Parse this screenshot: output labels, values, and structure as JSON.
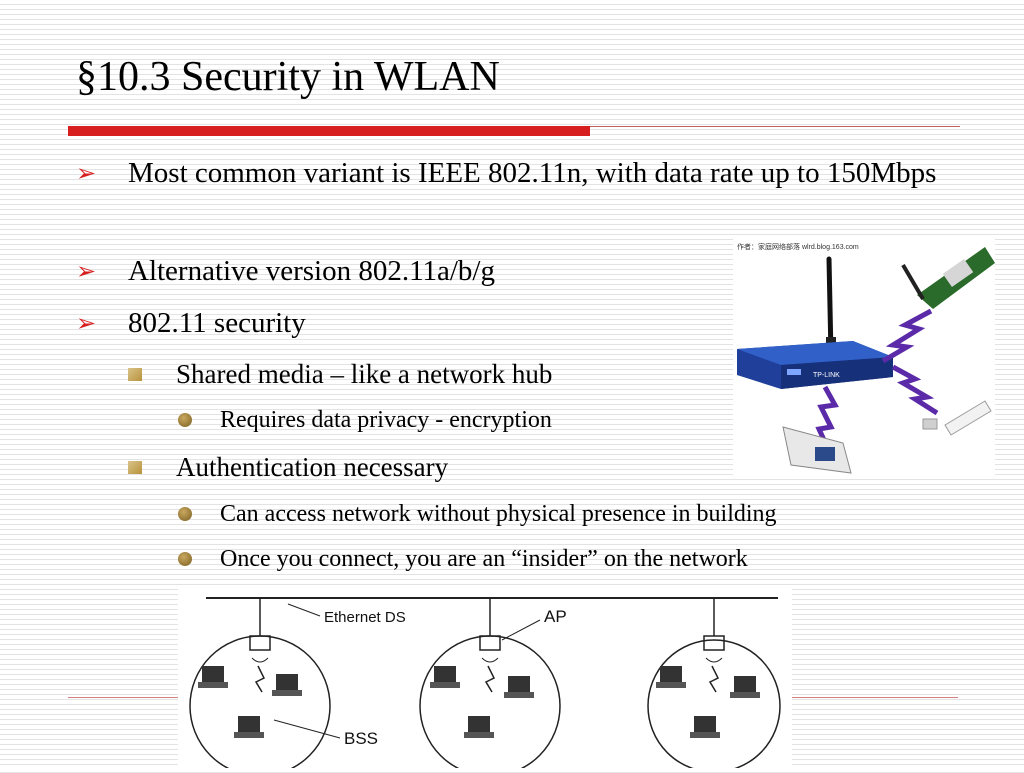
{
  "slide": {
    "title": "§10.3 Security in WLAN",
    "bullets": [
      {
        "marker": "➢",
        "text": "Most common variant is IEEE 802.11n, with data rate up to 150Mbps"
      },
      {
        "marker": "➢",
        "text": "Alternative version 802.11a/b/g"
      },
      {
        "marker": "➢",
        "text": "802.11 security"
      }
    ],
    "sub": [
      {
        "text": "Shared media – like a network hub"
      },
      {
        "text": "Authentication necessary"
      }
    ],
    "subsub": [
      {
        "text": "Requires data privacy - encryption"
      },
      {
        "text": "Can access network without physical presence in building"
      },
      {
        "text": "Once you connect, you are an “insider” on the network"
      }
    ]
  },
  "photo": {
    "watermark": "作者：家庭网络部落 wlrd.blog.163.com",
    "router_brand": "TP-LINK"
  },
  "diagram": {
    "labels": {
      "ethernet": "Ethernet DS",
      "ap": "AP",
      "bss": "BSS"
    }
  },
  "colors": {
    "accent": "#d71f1f",
    "bullet_gold": "#b8923a",
    "router_blue": "#1f3f9a"
  }
}
